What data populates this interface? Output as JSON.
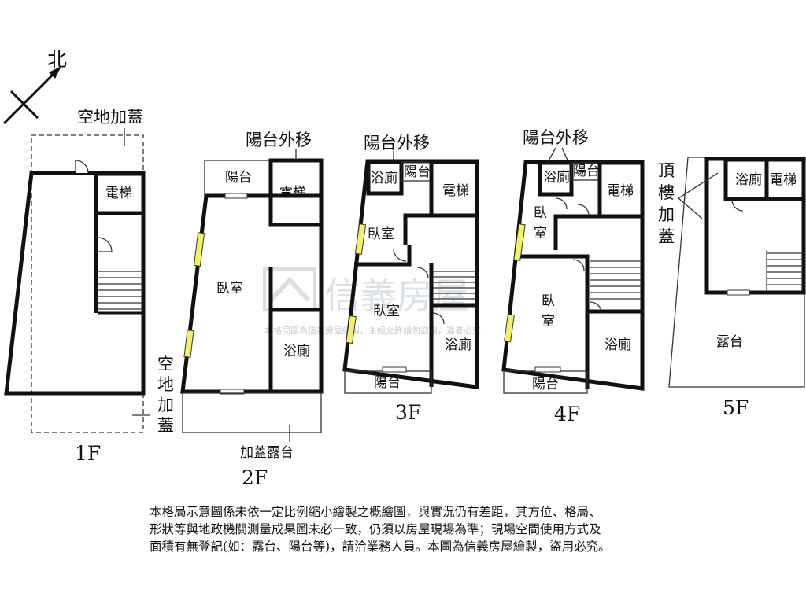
{
  "compass": {
    "label": "北"
  },
  "floors": {
    "f1": {
      "name": "1F",
      "elevator": "電梯",
      "extension_top": "空地加蓋",
      "extension_side": [
        "空",
        "地",
        "加",
        "蓋"
      ]
    },
    "f2": {
      "name": "2F",
      "balcony": "陽台",
      "elevator": "電梯",
      "bedroom": "臥室",
      "bath": "浴廁",
      "balcony_moved": "陽台外移",
      "rooftop_ext": "加蓋露台"
    },
    "f3": {
      "name": "3F",
      "bath_top": "浴廁",
      "balcony_top": "陽台",
      "elevator": "電梯",
      "bedroom1": "臥室",
      "bedroom2": "臥室",
      "bath": "浴廁",
      "balcony": "陽台",
      "balcony_moved": "陽台外移"
    },
    "f4": {
      "name": "4F",
      "bath_top": "浴廁",
      "balcony_top": "陽台",
      "elevator": "電梯",
      "bedroom1": "臥室",
      "bedroom2": [
        "臥",
        "室"
      ],
      "bedroom1_v": [
        "臥",
        "室"
      ],
      "bath": "浴廁",
      "balcony": "陽台",
      "balcony_moved": "陽台外移"
    },
    "f5": {
      "name": "5F",
      "bath": "浴廁",
      "elevator": "電梯",
      "terrace": "露台",
      "roof_ext": [
        "頂",
        "樓",
        "加",
        "蓋"
      ]
    }
  },
  "watermark": {
    "brand": "信義房屋",
    "notice": "本格局圖為信義房屋繪製，未經允許請勿盜用，違者必究"
  },
  "disclaimer": [
    "本格局示意圖係未依一定比例縮小繪製之概繪圖，與實況仍有差距，其方位、格局、",
    "形狀等與地政機關測量成果圖未必一致，仍須以房屋現場為準；現場空間使用方式及",
    "面積有無登記(如：露台、陽台等)，請洽業務人員。本圖為信義房屋繪製，盜用必究。"
  ]
}
